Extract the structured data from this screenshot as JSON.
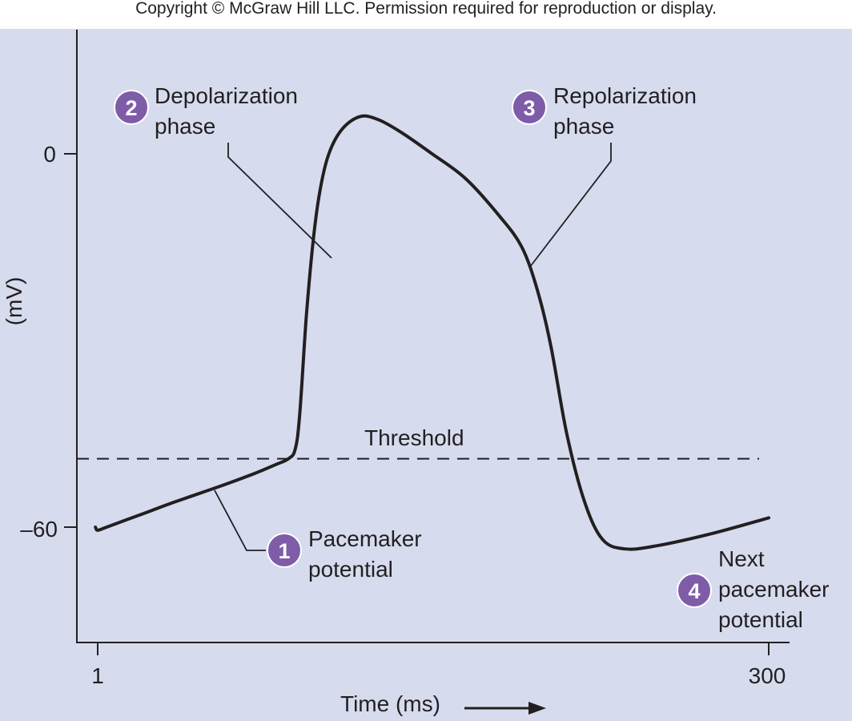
{
  "copyright": "Copyright © McGraw Hill LLC. Permission required for reproduction or display.",
  "colors": {
    "background": "#d6dcee",
    "curve": "#231f20",
    "badge": "#7e5ca8",
    "badge_text": "#ffffff"
  },
  "chart_data": {
    "type": "line",
    "title": "",
    "xlabel": "Time (ms)",
    "ylabel": "(mV)",
    "x_ticks": [
      "1",
      "300"
    ],
    "y_ticks": [
      "0",
      "–60"
    ],
    "xlim": [
      -8,
      309
    ],
    "ylim": [
      -79,
      19
    ],
    "threshold": {
      "label": "Threshold",
      "value": -49
    },
    "series": [
      {
        "x": [
          0,
          1,
          5,
          20,
          35,
          55,
          70,
          80,
          86,
          89,
          91,
          94,
          97,
          100,
          104,
          110,
          118,
          126,
          136,
          150,
          165,
          180,
          190,
          197,
          203,
          210,
          218,
          226,
          236,
          250,
          275,
          300
        ],
        "y": [
          -60,
          -60.5,
          -60,
          -58,
          -56,
          -53.5,
          -51.5,
          -50,
          -49,
          -47.5,
          -42,
          -26,
          -14,
          -6,
          0,
          4,
          6,
          5.5,
          3.5,
          0,
          -4,
          -10,
          -15,
          -22,
          -31,
          -45,
          -56,
          -62,
          -63.5,
          -63,
          -61,
          -58.5
        ]
      }
    ],
    "annotations": [
      {
        "number": "1",
        "text": [
          "Pacemaker",
          "potential"
        ]
      },
      {
        "number": "2",
        "text": [
          "Depolarization",
          "phase"
        ]
      },
      {
        "number": "3",
        "text": [
          "Repolarization",
          "phase"
        ]
      },
      {
        "number": "4",
        "text": [
          "Next",
          "pacemaker",
          "potential"
        ]
      }
    ]
  }
}
